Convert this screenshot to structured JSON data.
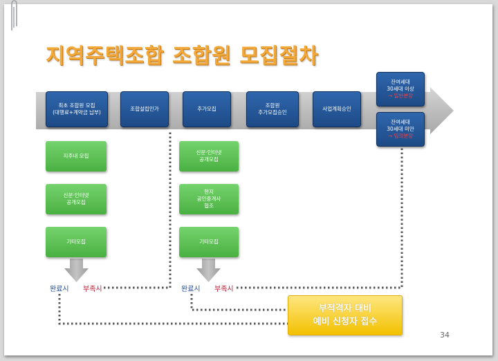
{
  "title": "지역주택조합 조합원 모집절차",
  "main_steps": [
    "최초 조합원 모집\n(대행료+계약금 납부)",
    "조합설립인가",
    "추가모집",
    "조합원\n추가모집승인",
    "사업계획승인"
  ],
  "remaining_units": [
    {
      "line1": "잔여세대",
      "line2": "30세대 이상",
      "line3": "→ 일반분양"
    },
    {
      "line1": "잔여세대",
      "line2": "30세대 미만",
      "line3": "→ 임의분양"
    }
  ],
  "initial_methods": [
    "지주내 모집",
    "신문·인터넷\n공개모집",
    "기타모집"
  ],
  "additional_methods": [
    "신문·인터넷\n공개모집",
    "현지\n공인중개사\n협조",
    "기타모집"
  ],
  "labels": {
    "complete": "완료시",
    "shortage": "부족시"
  },
  "reserve_box": "부적격자 대비\n예비 신청자 접수",
  "page_number": "34",
  "colors": {
    "title": "#f2a93a",
    "step_blue": "#1d4a86",
    "method_green": "#4ab042",
    "reserve_yellow": "#f2c100",
    "shortage_red": "#c0142a",
    "complete_blue": "#1d4a9e"
  }
}
